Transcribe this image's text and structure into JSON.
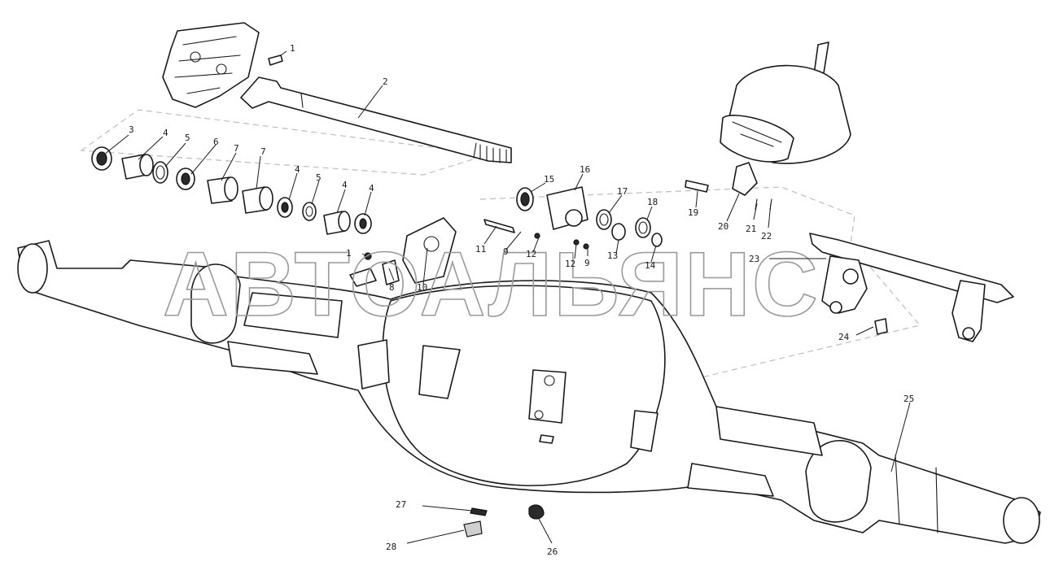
{
  "watermark": "АВТОАЛЬЯНС",
  "callouts": [
    "1",
    "2",
    "3",
    "4",
    "5",
    "6",
    "7",
    "7",
    "4",
    "5",
    "4",
    "4",
    "15",
    "16",
    "17",
    "18",
    "1",
    "8",
    "10",
    "11",
    "9",
    "12",
    "12",
    "9",
    "13",
    "14",
    "19",
    "20",
    "21",
    "22",
    "23",
    "24",
    "25",
    "27",
    "28",
    "26"
  ]
}
